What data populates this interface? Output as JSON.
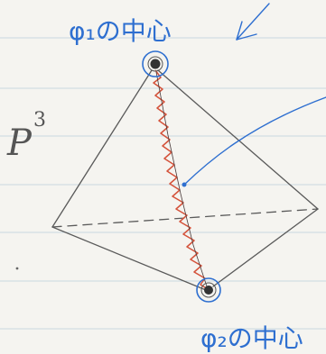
{
  "labels": {
    "top_center": "φ₁の中心",
    "bottom_center": "φ₂の中心",
    "space": "P",
    "space_exponent": "3"
  },
  "colors": {
    "ink_blue": "#2e6fd0",
    "ink_red": "#d4523a",
    "pencil": "#5a5a5a",
    "rule_line": "#c9d7e0",
    "paper": "#f5f4f0"
  }
}
